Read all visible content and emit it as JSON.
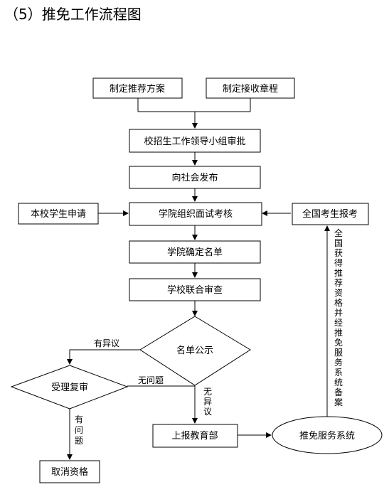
{
  "heading": "（5）推免工作流程图",
  "nodes": {
    "plan": "制定推荐方案",
    "rules": "制定接收章程",
    "leader_approval": "校招生工作领导小组审批",
    "publish": "向社会发布",
    "local_apply": "本校学生申请",
    "interview": "学院组织面试考核",
    "national_apply": "全国考生报考",
    "confirm_list": "学院确定名单",
    "joint_review": "学校联合审查",
    "publicity": "名单公示",
    "recheck": "受理复审",
    "report": "上报教育部",
    "cancel": "取消资格",
    "service_system": "推免服务系统"
  },
  "edge_labels": {
    "objection": "有异议",
    "no_problem": "无问题",
    "no_objection": [
      "无",
      "异",
      "议"
    ],
    "has_problem": [
      "有",
      "问",
      "题"
    ],
    "national_qualified": [
      "全",
      "国",
      "获",
      "得",
      "推",
      "荐",
      "资",
      "格",
      "并",
      "经",
      "推",
      "免",
      "服",
      "务",
      "系",
      "统",
      "备",
      "案"
    ]
  }
}
